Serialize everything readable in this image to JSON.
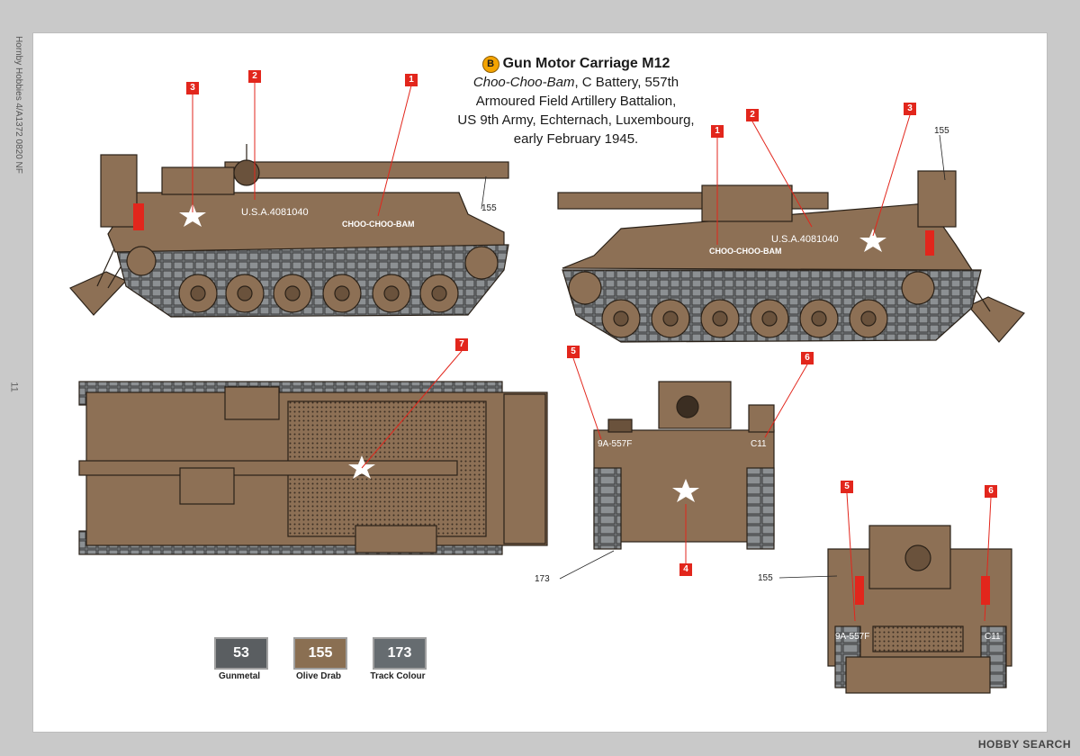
{
  "sheet": {
    "side_credit": "Hornby Hobbies 4/A1372 0820 NF",
    "page_number": "11"
  },
  "title": {
    "badge": "B",
    "heading": "Gun Motor Carriage M12",
    "name_italic": "Choo-Choo-Bam",
    "line1_rest": ", C Battery, 557th",
    "line2": "Armoured Field Artillery Battalion,",
    "line3": "US 9th Army, Echternach, Luxembourg,",
    "line4": "early February 1945."
  },
  "markings": {
    "serial": "U.S.A.4081040",
    "name": "CHOO-CHOO-BAM",
    "unit_front": "9A-557F",
    "unit_rear": "9A-557F",
    "battery": "C11"
  },
  "decal_tags": {
    "left_1": "1",
    "left_2": "2",
    "left_3": "3",
    "right_1": "1",
    "right_2": "2",
    "right_3": "3",
    "top_7": "7",
    "front_5": "5",
    "front_6": "6",
    "front_4": "4",
    "rear_5": "5",
    "rear_6": "6"
  },
  "callout_codes": {
    "left_side": "155",
    "right_side": "155",
    "front_tracks": "173",
    "rear_hull": "155"
  },
  "paint_swatches": [
    {
      "code": "53",
      "name": "Gunmetal",
      "color": "#5a5e61"
    },
    {
      "code": "155",
      "name": "Olive Drab",
      "color": "#8a6f52"
    },
    {
      "code": "173",
      "name": "Track Colour",
      "color": "#666c70"
    }
  ],
  "colors": {
    "olive_drab": "#8d7055",
    "olive_dark": "#6a523c",
    "olive_light": "#a88a6d",
    "track": "#7b7f82",
    "decal_red": "#e2261c"
  },
  "watermark": "HOBBY SEARCH"
}
